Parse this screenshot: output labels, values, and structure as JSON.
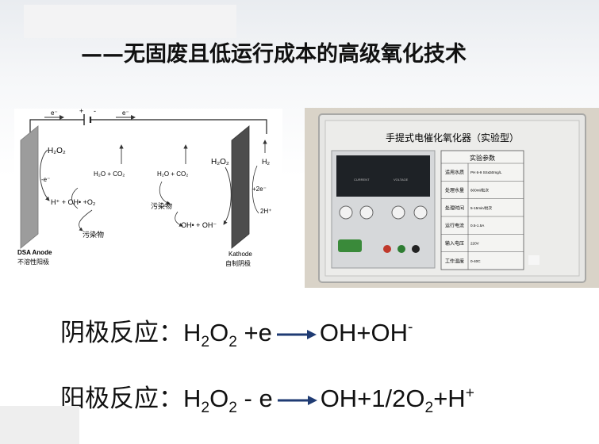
{
  "slide": {
    "title": "——无固废且低运行成本的高级氧化技术"
  },
  "diagram": {
    "top_e_left": "e⁻",
    "plus": "+",
    "minus": "-",
    "top_e_right": "e⁻",
    "anode_h2o2": "H₂O₂",
    "anode_minus_e": "-e⁻",
    "anode_products": "H⁺ + OH• +O₂",
    "anode_pollutant": "污染物",
    "anode_name": "DSA Anode",
    "anode_desc": "不溶性阳极",
    "mid_left_products": "H₂O + CO₂",
    "mid_right_products": "H₂O + CO₂",
    "mid_pollutant": "污染物",
    "mid_radicals": "OH• + OH⁻",
    "cathode_h2o2": "H₂O₂",
    "cathode_h2": "H₂",
    "cathode_plus_e": "+2e⁻",
    "cathode_2h": "2H⁺",
    "cathode_name": "Kathode",
    "cathode_desc": "自制阴极"
  },
  "device": {
    "title": "手提式电催化氧化器（实验型）",
    "params_header": "实验参数",
    "meter_left": "CURRENT",
    "meter_right": "VOLTAGE",
    "rows": [
      {
        "label": "适用水质",
        "value": "PH 6-9 SS≤50mg/L"
      },
      {
        "label": "处理水量",
        "value": "600ml/批次"
      },
      {
        "label": "处理时间",
        "value": "5-15min/批次"
      },
      {
        "label": "运行电流",
        "value": "0.5-1.5A"
      },
      {
        "label": "输入电压",
        "value": "220V"
      },
      {
        "label": "工作温度",
        "value": "0-40C"
      }
    ]
  },
  "equations": {
    "cathode_label": "阴极反应：",
    "anode_label": "阳极反应："
  }
}
